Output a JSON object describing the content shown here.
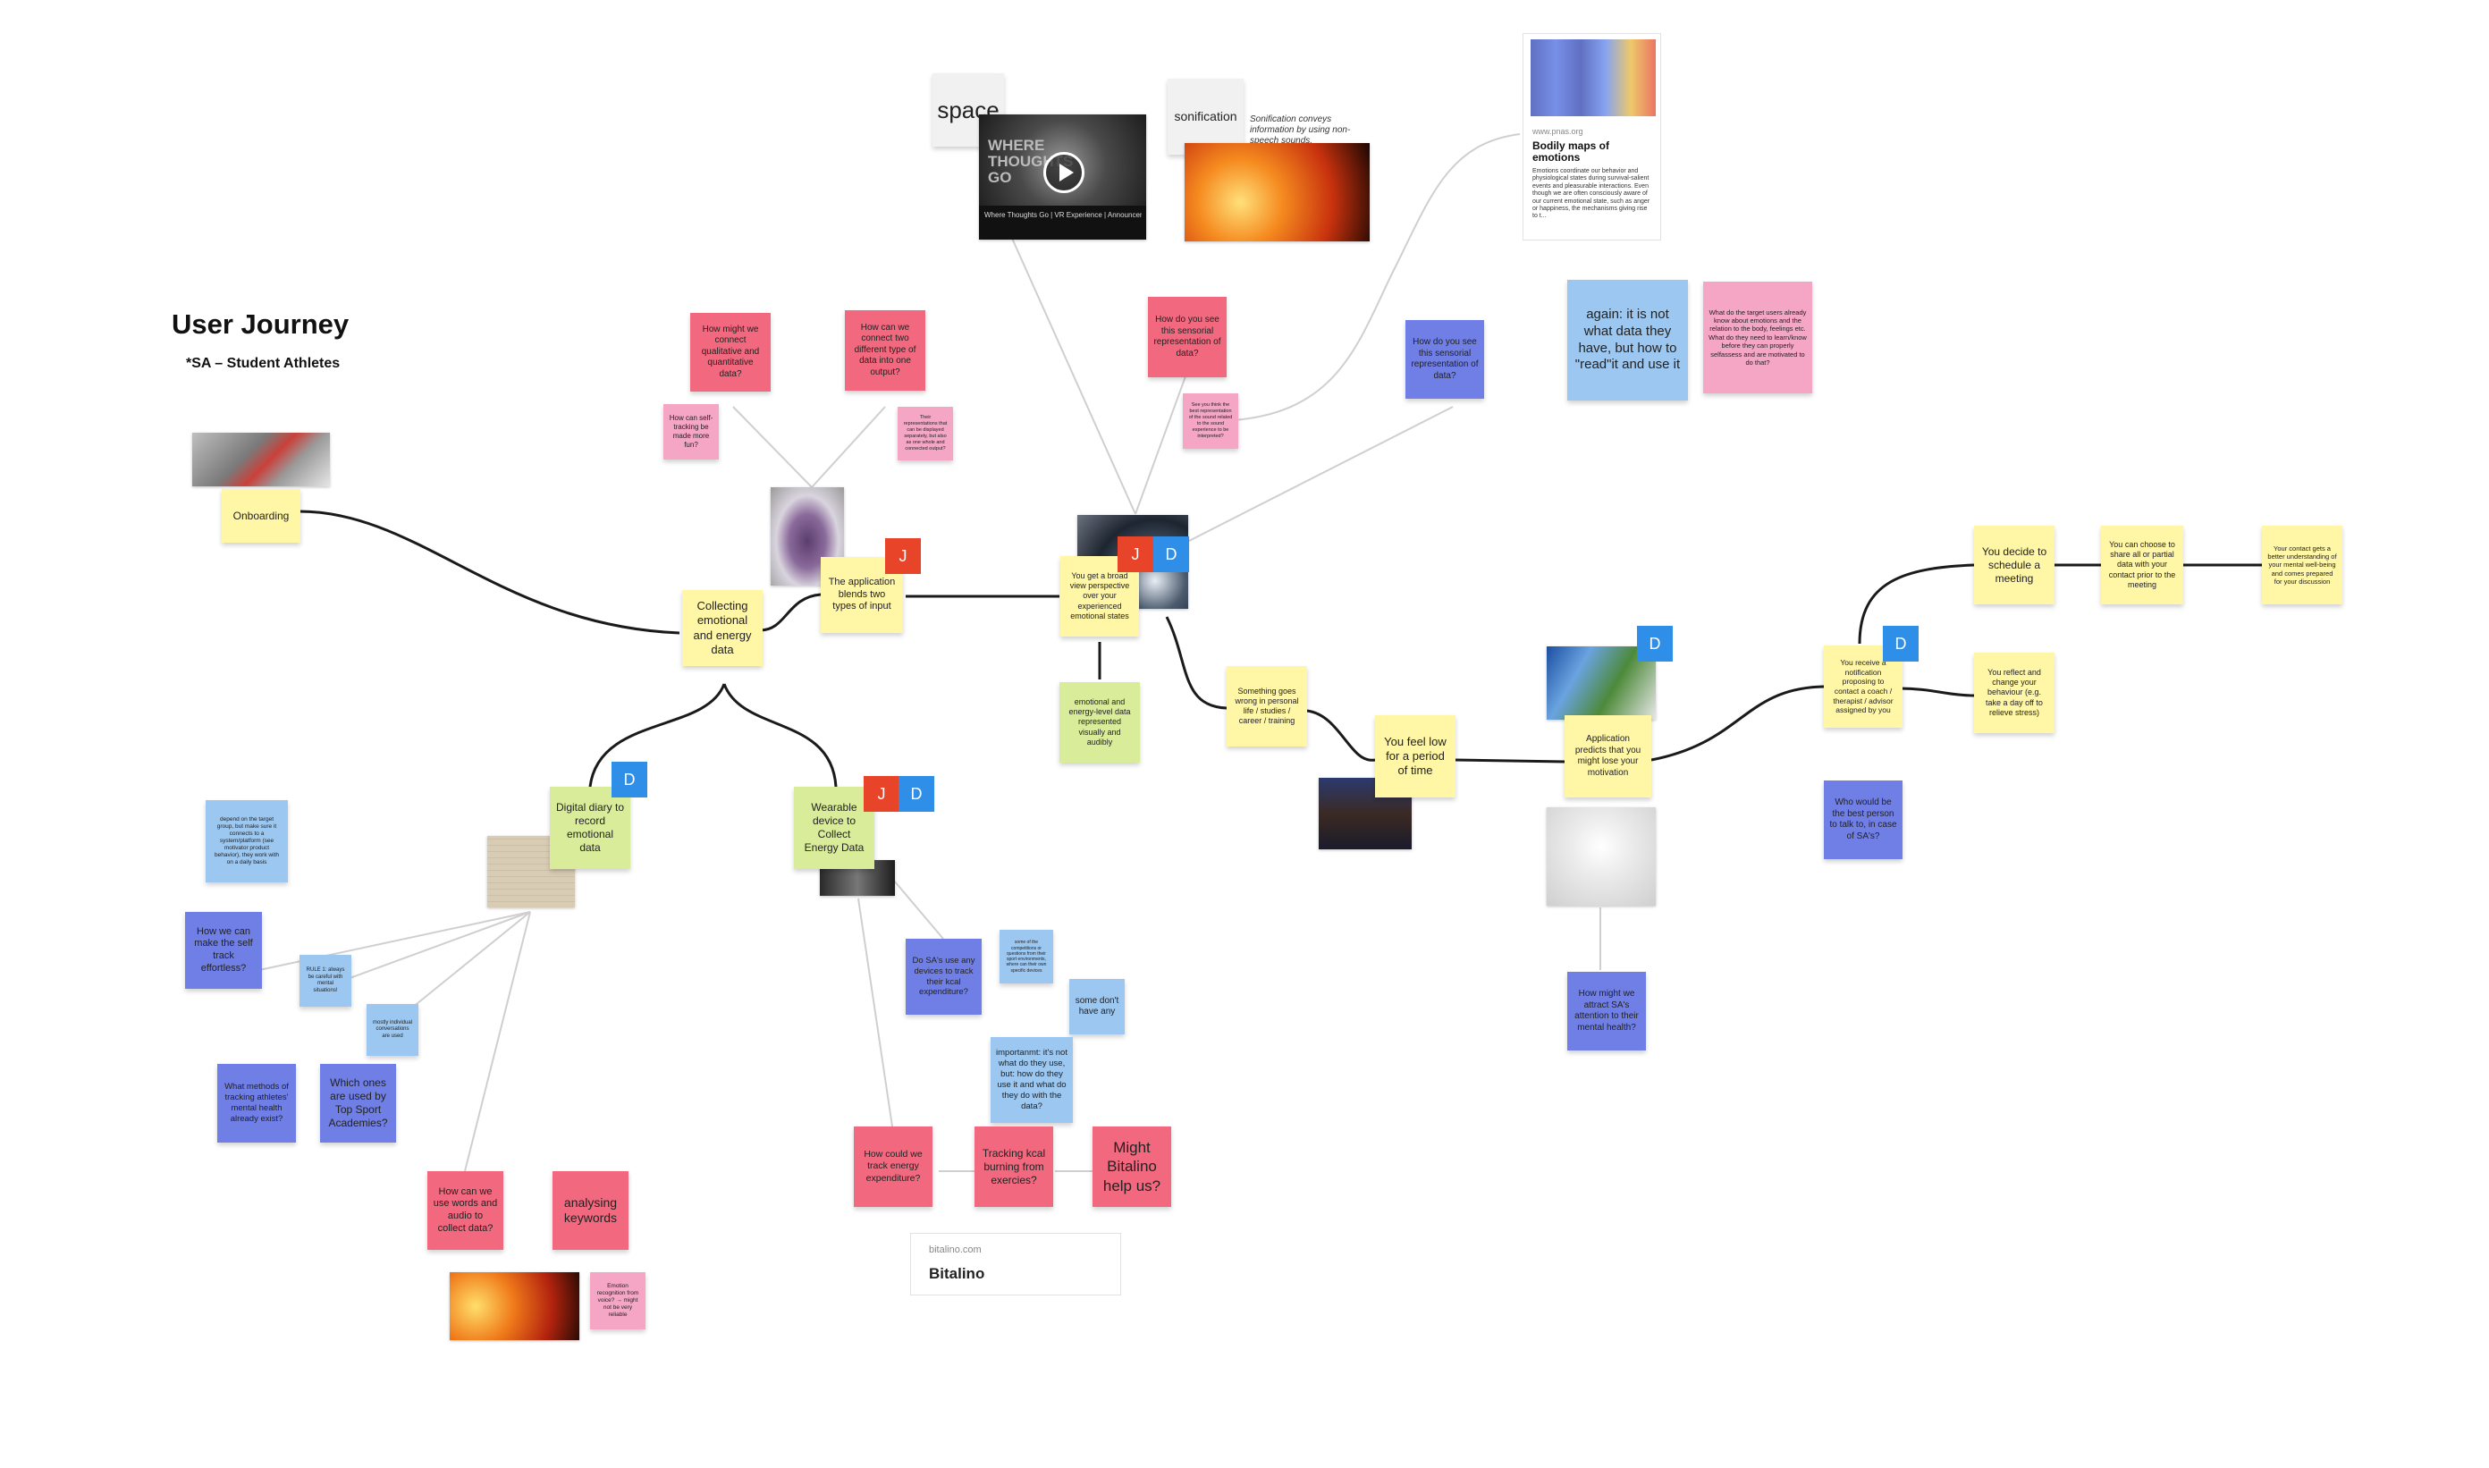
{
  "board": {
    "title": "User Journey",
    "subtitle": "*SA – Student Athletes"
  },
  "stickies": {
    "onboarding": "Onboarding",
    "collecting": "Collecting emotional and energy data",
    "blends": "The application blends two types of input",
    "broad_view": "You get a broad view perspective over your experienced emotional states",
    "represented": "emotional and energy-level data represented visually and audibly",
    "something_wrong": "Something goes wrong in personal life / studies / career / training",
    "feel_low": "You  feel low for a period of time",
    "predicts": "Application predicts that you might lose your motivation",
    "notification": "You receive a notification proposing to contact a coach / therapist / advisor assigned by you",
    "schedule": "You decide to schedule a meeting",
    "share_data": "You can choose to share all or partial data with your contact prior to the meeting",
    "contact_gets": "Your contact gets a better understanding of your mental well-being and comes prepared for your discussion",
    "reflect": "You reflect and change your behaviour (e.g. take a day off to relieve stress)",
    "best_person": "Who would be the best person to talk to, in case of SA's?",
    "attract": "How might we attract SA's attention to their mental health?",
    "digital_diary": "Digital diary to record emotional data",
    "wearable": "Wearable device to Collect Energy Data",
    "hmw_connect": "How might we connect qualitative and quantitative data?",
    "connect_two": "How can we connect two different type of data into one output?",
    "self_tracking_fun": "How can self-tracking be made more fun?",
    "representations": "Their representations that can be displayed separately, but also as one whole and connected output?",
    "see_sensorial": "How do you see this sensorial representation of data?",
    "small_red": "See you think the best representation of the sound related to the sound experience to be interpreted?",
    "see_sensorial_2": "How do you see this sensorial representation of data?",
    "again": "again: it is not what data they have, but how to \"read\"it and use it",
    "target_users": "What do the target users already know about emotions and the relation to the body, feelings etc. What do they need to learn/know before they can properly selfassess and are motivated to do that?",
    "depend": "depend on the target group, but make sure it connects to a system/platform (see motivator product behavior), they work with on a daily basis",
    "self_track": "How we can make the self track effortless?",
    "rule1": "RULE 1: always be careful with mental situations!",
    "mostly": "mostly individual conversations are used",
    "methods": "What methods of tracking athletes' mental health already exist?",
    "which_ones": "Which ones are used by Top Sport Academies?",
    "words_audio": "How can we use words and audio to collect data?",
    "keywords": "analysing keywords",
    "emotion_recog": "Emotion recognition from voice? → might not be very reliable",
    "sa_devices": "Do SA's use any devices to track their kcal expenditure?",
    "small_blue": "some of the competitions or questions from their sport environments, where can their own specific devices",
    "some_dont": "some don't have any",
    "important": "importanmt: it's not what do they use, but: how do they use it and what do they do with the data?",
    "track_energy": "How could we track energy expenditure?",
    "tracking_kcal": "Tracking kcal burning from exercies?",
    "bitalino_help": "Might Bitalino help us?"
  },
  "media": {
    "space_label": "space",
    "sonification_label": "sonification",
    "sonification_caption": "Sonification conveys information by using non-speech sounds.",
    "video_title": "Where Thoughts Go | VR Experience | Announcem...",
    "video_overlay": "WHERE THOUGHTS GO",
    "bodily_site": "www.pnas.org",
    "bodily_title": "Bodily maps of emotions",
    "bodily_text": "Emotions coordinate our behavior and physiological states during survival-salient events and pleasurable interactions. Even though we are often consciously aware of our current emotional state, such as anger or happiness, the mechanisms giving rise to t...",
    "bitalino_domain": "bitalino.com",
    "bitalino_title": "Bitalino"
  },
  "badges": {
    "j": "J",
    "d": "D"
  },
  "colors": {
    "yellow": "#fff6a6",
    "lime": "#d8ec9a",
    "red": "#f2687e",
    "pink": "#f4a6c4",
    "blue": "#6f7fe6",
    "light_blue": "#9cc7f0",
    "badge_j": "#e8442a",
    "badge_d": "#2f8fe8"
  }
}
